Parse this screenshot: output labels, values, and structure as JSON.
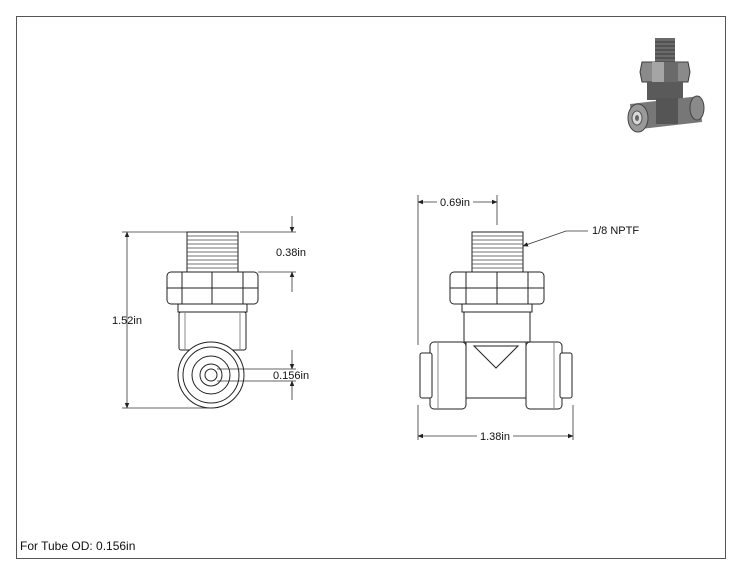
{
  "drawing": {
    "dimensions": {
      "thread_length": "0.38in",
      "overall_height": "1.52in",
      "tube_od": "0.156in",
      "thread_offset": "0.69in",
      "thread_spec": "1/8 NPTF",
      "overall_width": "1.38in"
    },
    "note": "For Tube OD: 0.156in"
  },
  "colors": {
    "line": "#222222",
    "dim_line": "#333333",
    "fill": "#ffffff",
    "shade": "#dcdcdc",
    "iso_dark": "#4a4a4a",
    "iso_mid": "#7a7a7a",
    "iso_light": "#b8b8b8"
  }
}
